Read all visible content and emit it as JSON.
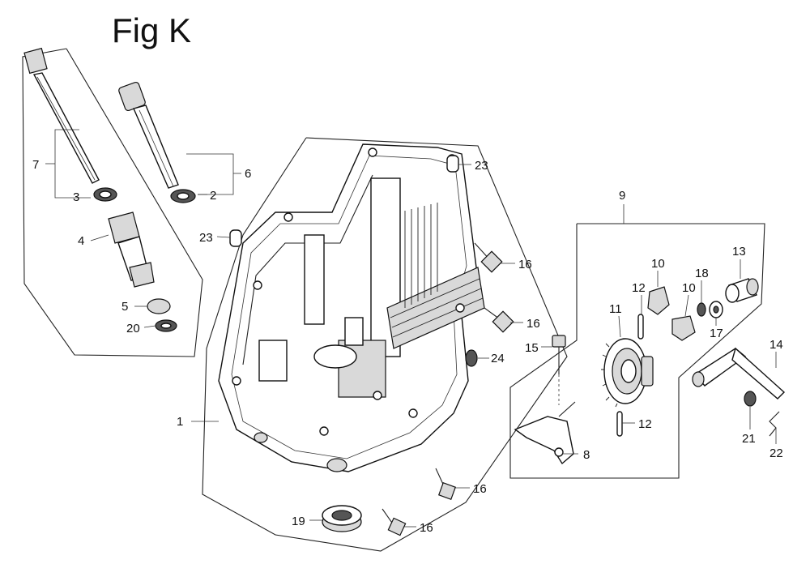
{
  "figure": {
    "title": "Fig K"
  },
  "callouts": {
    "c1": "1",
    "c2": "2",
    "c3": "3",
    "c4": "4",
    "c5": "5",
    "c6": "6",
    "c7": "7",
    "c8": "8",
    "c9": "9",
    "c10a": "10",
    "c10b": "10",
    "c11": "11",
    "c12a": "12",
    "c12b": "12",
    "c13": "13",
    "c14": "14",
    "c15": "15",
    "c16a": "16",
    "c16b": "16",
    "c16c": "16",
    "c16d": "16",
    "c17": "17",
    "c18": "18",
    "c19": "19",
    "c20": "20",
    "c21": "21",
    "c22": "22",
    "c23a": "23",
    "c23b": "23",
    "c24": "24"
  }
}
